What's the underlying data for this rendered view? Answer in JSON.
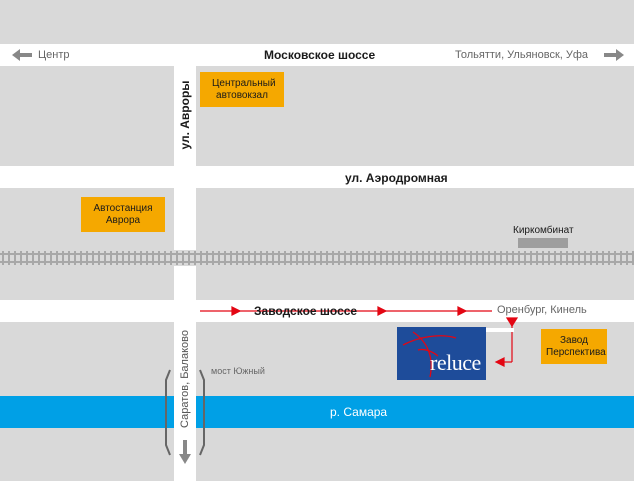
{
  "roads": {
    "moskovskoe": "Московское шоссе",
    "aerodromnaya": "ул. Аэродромная",
    "zavodskoe": "Заводское шоссе",
    "avrory": "ул. Авроры",
    "saratov": "Саратов, Балаково"
  },
  "directions": {
    "left": "Центр",
    "right": "Тольятти, Ульяновск, Уфа",
    "orenburg": "Оренбург, Кинель"
  },
  "places": {
    "central_station": "Центральный автовокзал",
    "avrora_station": "Автостанция Аврора",
    "kirkombinat": "Киркомбинат",
    "zavod": "Завод Перспектива",
    "bridge": "мост Южный",
    "river": "р. Самара"
  },
  "logo": {
    "text": "reluce"
  },
  "colors": {
    "block": "#d9d9d9",
    "road": "#ffffff",
    "river": "#00a0e6",
    "label_box": "#f5a800",
    "route": "#e30613",
    "logo_bg": "#1e4c9a"
  }
}
